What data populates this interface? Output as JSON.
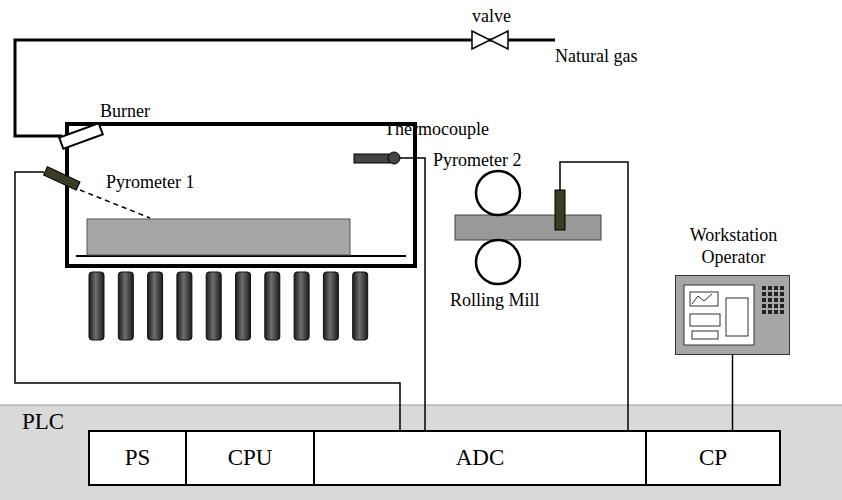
{
  "diagram": {
    "nodes": [
      {
        "text": [
          "PLC"
        ]
      },
      {
        "text": [
          "PS"
        ],
        "in": 0
      },
      {
        "text": [
          "CPU"
        ],
        "in": 0
      },
      {
        "text": [
          "ADC"
        ],
        "in": 0
      },
      {
        "text": [
          "CP"
        ],
        "in": 0
      },
      {
        "text": [
          "Workstation Operator"
        ]
      }
    ],
    "edges": [
      {
        "from": 5,
        "to": 4,
        "arrow": "none"
      }
    ],
    "labels": [
      "valve",
      "Natural gas",
      "Burner",
      "Pyrometer 1",
      "Thermocouple",
      "Pyrometer 2",
      "Rolling Mill"
    ]
  }
}
